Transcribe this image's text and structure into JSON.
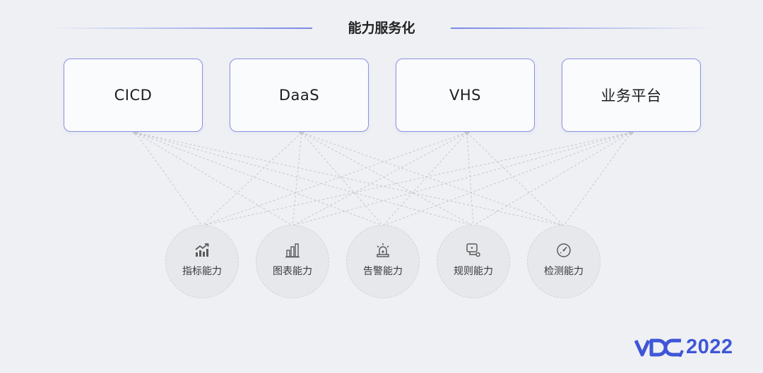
{
  "header": {
    "title": "能力服务化"
  },
  "services": [
    {
      "label": "CICD"
    },
    {
      "label": "DaaS"
    },
    {
      "label": "VHS"
    },
    {
      "label": "业务平台"
    }
  ],
  "capabilities": [
    {
      "label": "指标能力",
      "icon": "trend-chart-icon"
    },
    {
      "label": "图表能力",
      "icon": "bar-chart-icon"
    },
    {
      "label": "告警能力",
      "icon": "alarm-light-icon"
    },
    {
      "label": "规则能力",
      "icon": "rule-flow-icon"
    },
    {
      "label": "检测能力",
      "icon": "gauge-icon"
    }
  ],
  "logo": {
    "year": "2022"
  },
  "colors": {
    "accent": "#3f56d6",
    "border": "#8a92e0",
    "background": "#eef0f4"
  }
}
